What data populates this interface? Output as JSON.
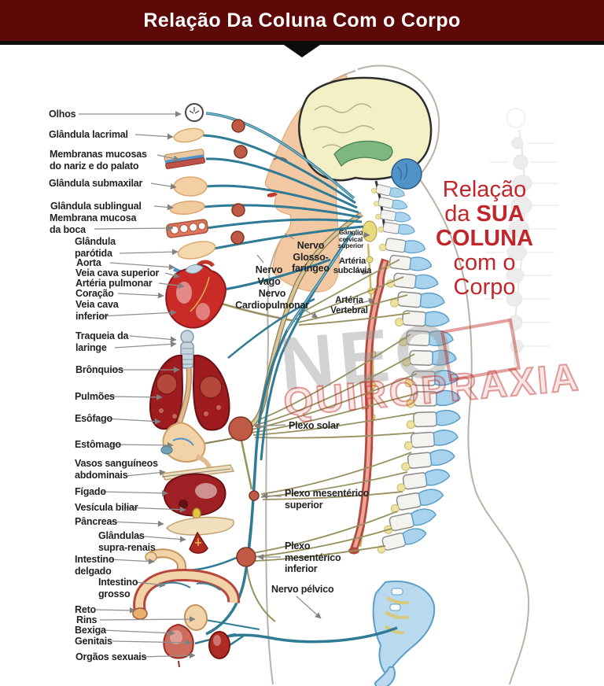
{
  "header": {
    "title": "Relação Da Coluna Com o Corpo"
  },
  "side_text": {
    "l1": "Relação",
    "l2a": "da ",
    "l2b": "SUA",
    "l3": "COLUNA",
    "l4": "com o",
    "l5": "Corpo"
  },
  "watermark": {
    "name": "NEO",
    "sub": "QUIROPRAXIA"
  },
  "left_labels": [
    "Olhos",
    "Glândula lacrimal",
    "Membranas mucosas\ndo nariz e do palato",
    "Glândula submaxilar",
    "Glândula sublingual",
    "Membrana mucosa\nda boca",
    "Glândula\nparótida",
    "Aorta",
    "Veia cava superior",
    "Artéria pulmonar",
    "Coração",
    "Veia cava\ninferior",
    "Traqueia da\nlaringe",
    "Brônquios",
    "Pulmões",
    "Esôfago",
    "Estômago",
    "Vasos sanguíneos\nabdominais",
    "Fígado",
    "Vesícula biliar",
    "Pâncreas",
    "Glândulas\nsupra-renais",
    "Intestino\ndelgado",
    "Intestino\ngrosso",
    "Reto",
    "Rins",
    "Bexiga",
    "Genitais",
    "Orgãos sexuais"
  ],
  "middle_labels": [
    "Nervo\nGlosso-\nfaríngeo",
    "Gânglio\ncervical\nsuperior",
    "Artéria\nsubclávia",
    "Nervo\nVago",
    "Nervo\nCardiopulmonar",
    "Artéria\nVertebral",
    "Plexo solar",
    "Plexo mesentérico\nsuperior",
    "Plexo\nmesentérico\ninferior",
    "Nervo pélvico"
  ],
  "colors": {
    "header_bg": "#5c0908",
    "accent_red": "#c1262b",
    "ink": "#222222",
    "nerve_teal": "#2f7b96",
    "nerve_tan": "#97905f",
    "spine_blue": "#a9d3ec",
    "ganglion_orange": "#bf5b45",
    "organ_red": "#ce2b28",
    "lung_red": "#9e1b20",
    "skin": "#f2c9a2",
    "brain_yellow": "#f4f0c6"
  }
}
